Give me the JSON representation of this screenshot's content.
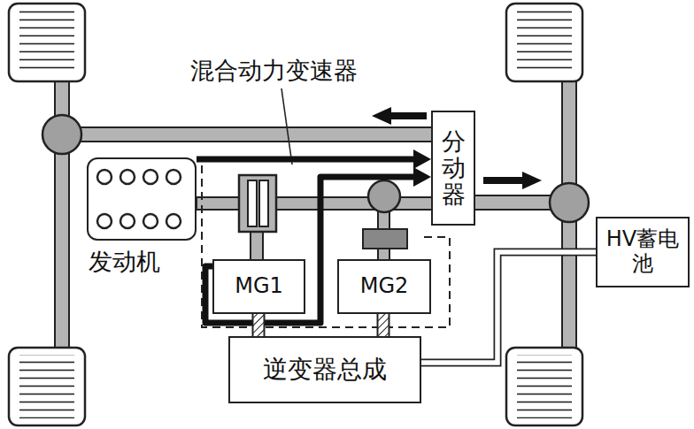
{
  "diagram": {
    "nodes": [
      {
        "text": [
          "分动器"
        ]
      },
      {
        "text": [
          "发动机"
        ]
      },
      {
        "text": [
          "MG1"
        ]
      },
      {
        "text": [
          "MG2"
        ]
      },
      {
        "text": [
          "HV蓄电池"
        ]
      },
      {
        "text": [
          "逆变器总成"
        ]
      }
    ],
    "edges": [
      {
        "from": 1,
        "to": 0,
        "arrow": "to"
      },
      {
        "from": 2,
        "to": 0,
        "arrow": "to"
      },
      {
        "from": 2,
        "to": 5,
        "arrow": "none"
      },
      {
        "from": 3,
        "to": 5,
        "arrow": "none"
      },
      {
        "from": 5,
        "to": 4,
        "arrow": "none"
      }
    ],
    "labels": [
      "混合动力变速器"
    ]
  }
}
